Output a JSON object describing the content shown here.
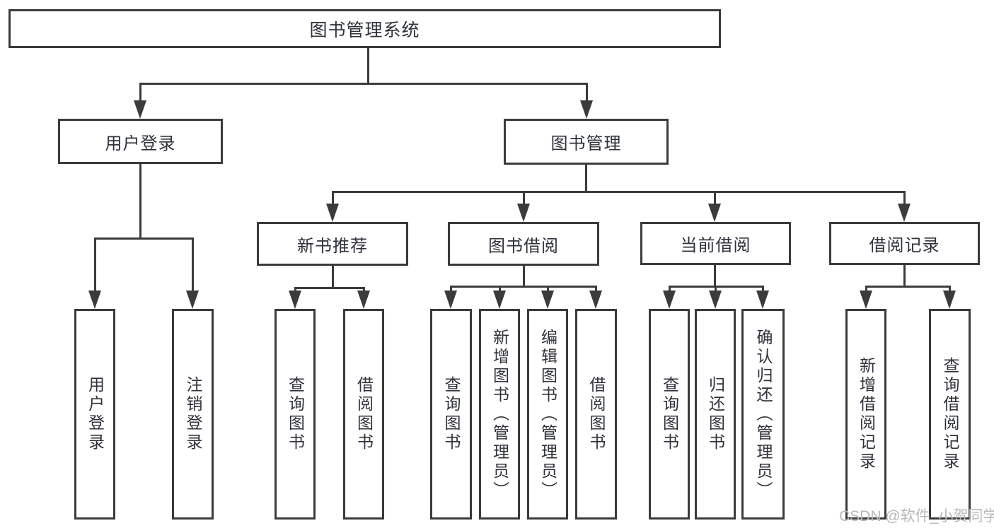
{
  "diagram": {
    "root": {
      "label": "图书管理系统"
    },
    "level2": [
      {
        "id": "user-login",
        "label": "用户登录"
      },
      {
        "id": "book-management",
        "label": "图书管理"
      }
    ],
    "level3": [
      {
        "id": "new-book-recommendation",
        "label": "新书推荐",
        "parent": "图书管理"
      },
      {
        "id": "book-borrowing",
        "label": "图书借阅",
        "parent": "图书管理"
      },
      {
        "id": "current-borrowing",
        "label": "当前借阅",
        "parent": "图书管理"
      },
      {
        "id": "borrowing-records",
        "label": "借阅记录",
        "parent": "图书管理"
      }
    ],
    "leaves": [
      {
        "parent": "用户登录",
        "label": "用户登录"
      },
      {
        "parent": "用户登录",
        "label": "注销登录"
      },
      {
        "parent": "新书推荐",
        "label": "查询图书"
      },
      {
        "parent": "新书推荐",
        "label": "借阅图书"
      },
      {
        "parent": "图书借阅",
        "label": "查询图书"
      },
      {
        "parent": "图书借阅",
        "label": "新增图书（管理员）"
      },
      {
        "parent": "图书借阅",
        "label": "编辑图书（管理员）"
      },
      {
        "parent": "图书借阅",
        "label": "借阅图书"
      },
      {
        "parent": "当前借阅",
        "label": "查询图书"
      },
      {
        "parent": "当前借阅",
        "label": "归还图书"
      },
      {
        "parent": "当前借阅",
        "label": "确认归还（管理员）"
      },
      {
        "parent": "借阅记录",
        "label": "新增借阅记录"
      },
      {
        "parent": "借阅记录",
        "label": "查询借阅记录"
      }
    ]
  },
  "watermark": "CSDN @软件_小贺同学",
  "colors": {
    "line": "#3b3b3b",
    "text": "#2f323a",
    "watermark": "#b9b9b9",
    "background": "#ffffff"
  }
}
